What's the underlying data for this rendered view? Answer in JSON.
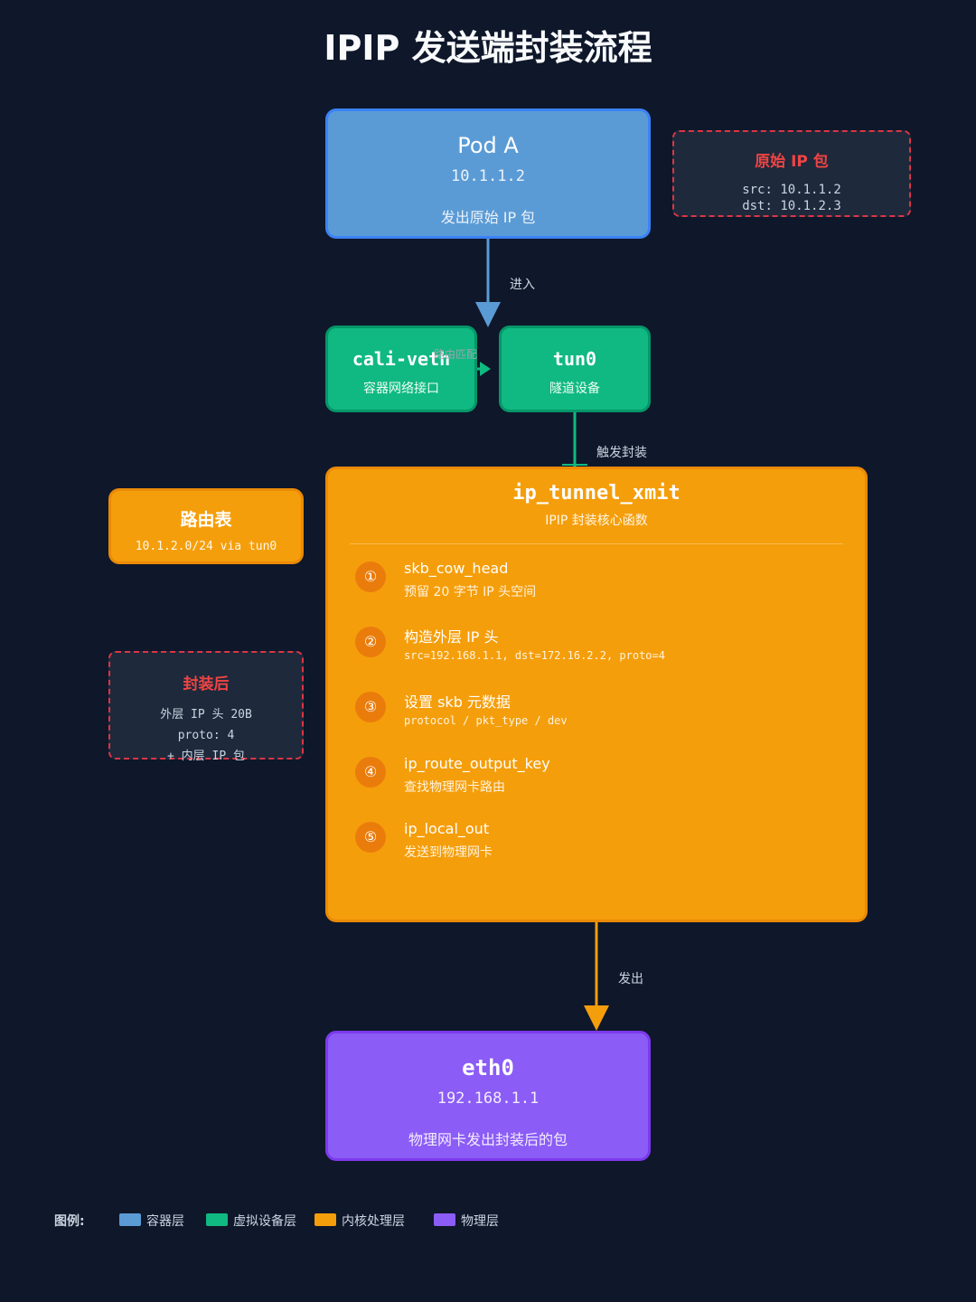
{
  "title": "IPIP 发送端封装流程",
  "pod_a": {
    "name": "Pod A",
    "ip": "10.1.1.2",
    "desc": "发出原始 IP 包"
  },
  "original_packet": {
    "title": "原始 IP 包",
    "src": "src: 10.1.1.2",
    "dst": "dst: 10.1.2.3"
  },
  "arrows": {
    "enter": "进入",
    "route_match": "路由匹配",
    "trigger": "触发封装",
    "send": "发出"
  },
  "cali_veth": {
    "name": "cali-veth",
    "desc": "容器网络接口"
  },
  "tun0": {
    "name": "tun0",
    "desc": "隧道设备"
  },
  "route_table": {
    "title": "路由表",
    "entry": "10.1.2.0/24 via tun0"
  },
  "after_encap": {
    "title": "封装后",
    "line1": "外层 IP 头 20B",
    "line2": "proto: 4",
    "line3": "+ 内层 IP 包"
  },
  "ip_tunnel_xmit": {
    "name": "ip_tunnel_xmit",
    "subtitle": "IPIP 封装核心函数",
    "steps": [
      {
        "num": "①",
        "title": "skb_cow_head",
        "desc": "预留 20 字节 IP 头空间"
      },
      {
        "num": "②",
        "title": "构造外层 IP 头",
        "desc": "src=192.168.1.1, dst=172.16.2.2, proto=4"
      },
      {
        "num": "③",
        "title": "设置 skb 元数据",
        "desc": "protocol / pkt_type / dev"
      },
      {
        "num": "④",
        "title": "ip_route_output_key",
        "desc": "查找物理网卡路由"
      },
      {
        "num": "⑤",
        "title": "ip_local_out",
        "desc": "发送到物理网卡"
      }
    ]
  },
  "eth0": {
    "name": "eth0",
    "ip": "192.168.1.1",
    "desc": "物理网卡发出封装后的包"
  },
  "legend": {
    "title": "图例:",
    "items": [
      {
        "label": "容器层",
        "color": "#5b9bd5"
      },
      {
        "label": "虚拟设备层",
        "color": "#10b981"
      },
      {
        "label": "内核处理层",
        "color": "#f59e0b"
      },
      {
        "label": "物理层",
        "color": "#8b5cf6"
      }
    ]
  }
}
